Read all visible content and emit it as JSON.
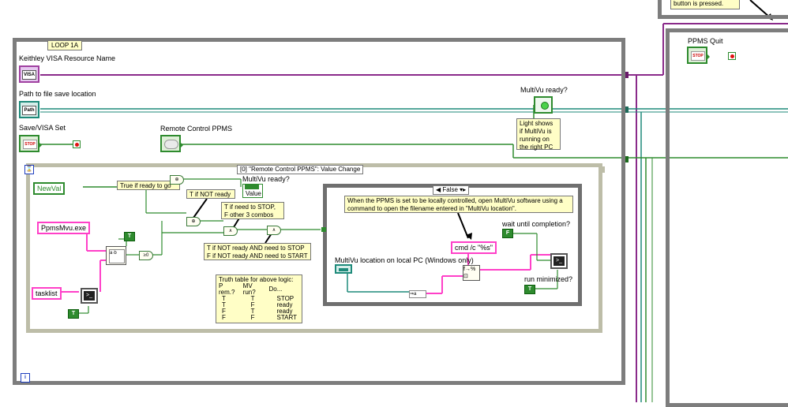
{
  "top_note": {
    "text": "button is pressed."
  },
  "loop": {
    "label": "LOOP 1A",
    "iteration_marker": "i"
  },
  "controls": {
    "visa": {
      "label": "Keithley VISA Resource Name",
      "glyph": "VISA"
    },
    "path": {
      "label": "Path to file save location",
      "glyph": "Path"
    },
    "save": {
      "label": "Save/VISA Set",
      "glyph": "STOP"
    },
    "remote": {
      "label": "Remote Control PPMS"
    },
    "multivu_ready": {
      "label": "MultiVu ready?"
    },
    "ppms_quit": {
      "label": "PPMS Quit",
      "glyph": "STOP"
    }
  },
  "notes": {
    "multivu_light": "Light shows if MultiVu is running on the right PC",
    "true_ready": "True if ready to go",
    "t_not_ready": "T if NOT ready",
    "t_need_stop": "T if need to STOP, F other 3 combos",
    "t_not_ready_and": "T if NOT ready AND need to STOP F if NOT ready AND need to START",
    "case_note": "When the PPMS is set to be locally controlled, open MultiVu software using a command to open the filename entered in \"MultiVu location\"."
  },
  "event_structure": {
    "selector": "[0] \"Remote Control PPMS\": Value Change",
    "newval": "NewVal",
    "multivu_ready_local": "MultiVu ready?",
    "value_terminal": "Value"
  },
  "constants": {
    "ppmsmvu": "PpmsMvu.exe",
    "tasklist": "tasklist",
    "cmd": "cmd /c \"%s\"",
    "bool_true": "T",
    "bool_false": "F"
  },
  "case_structure": {
    "selector": "False",
    "multivu_location": "MultiVu location on local PC (Windows only)",
    "wait_label": "wait until completion?",
    "run_min_label": "run minimized?"
  },
  "truth_table": {
    "title": "Truth table for above logic:",
    "headers": [
      "P rem.?",
      "MV run?",
      "Do..."
    ],
    "rows": [
      [
        "T",
        "T",
        "STOP"
      ],
      [
        "T",
        "F",
        "ready"
      ],
      [
        "F",
        "T",
        "ready"
      ],
      [
        "F",
        "F",
        "START"
      ]
    ]
  },
  "colors": {
    "visa_wire": "#8a2a8a",
    "path_wire": "#1e8a7a",
    "bool_wire": "#2e8b2e",
    "string_wire": "#ff40c8",
    "frame": "#7d7d7d"
  }
}
